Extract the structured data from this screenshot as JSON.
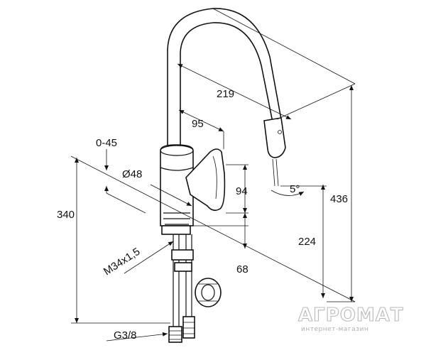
{
  "dimensions": {
    "reach": "219",
    "lever_offset": "95",
    "swivel_angle": "0-45",
    "diameter": "Ø48",
    "lever_height": "94",
    "spray_angle": "5°",
    "total_height": "436",
    "spout_height": "224",
    "below_counter": "340",
    "thread": "M34x1,5",
    "base_height": "68",
    "hose_thread": "G3/8"
  },
  "watermark": {
    "brand": "АГРОМАТ",
    "tagline": "интернет-магазин"
  }
}
